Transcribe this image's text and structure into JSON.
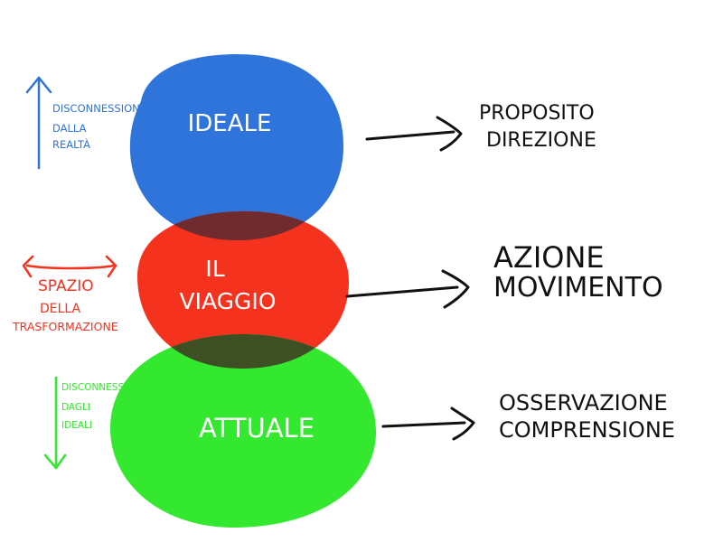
{
  "colors": {
    "ideal": "#2F74DA",
    "journey": "#F5321E",
    "actual": "#33E82E",
    "overlap_top": "#6F2B2E",
    "overlap_bottom": "#3F4F24",
    "ink": "#111111",
    "blue_note": "#2F74DA",
    "red_note": "#F5321E",
    "green_note": "#33E82E"
  },
  "levels": [
    {
      "label": "IDEALE",
      "outcome_lines": [
        "PROPOSITO",
        "DIREZIONE"
      ]
    },
    {
      "label_lines": [
        "IL",
        "VIAGGIO"
      ],
      "outcome_lines": [
        "AZIONE",
        "MOVIMENTO"
      ]
    },
    {
      "label": "ATTUALE",
      "outcome_lines": [
        "OSSERVAZIONE",
        "COMPRENSIONE"
      ]
    }
  ],
  "side_notes": {
    "top": {
      "lines": [
        "DISCONNESSIONE",
        "DALLA",
        "REALTÀ"
      ],
      "arrow": "up"
    },
    "middle": {
      "lines": [
        "SPAZIO",
        "DELLA",
        "TRASFORMAZIONE"
      ],
      "bracket": "double-headed"
    },
    "bottom": {
      "lines": [
        "DISCONNESSIONE",
        "DAGLI",
        "IDEALI"
      ],
      "arrow": "down"
    }
  },
  "icons": {
    "top_side_arrow": "arrow-up-icon",
    "bottom_side_arrow": "arrow-down-icon",
    "outcome_arrows": "arrow-right-icon",
    "middle_bracket": "double-arrow-bracket-icon"
  }
}
